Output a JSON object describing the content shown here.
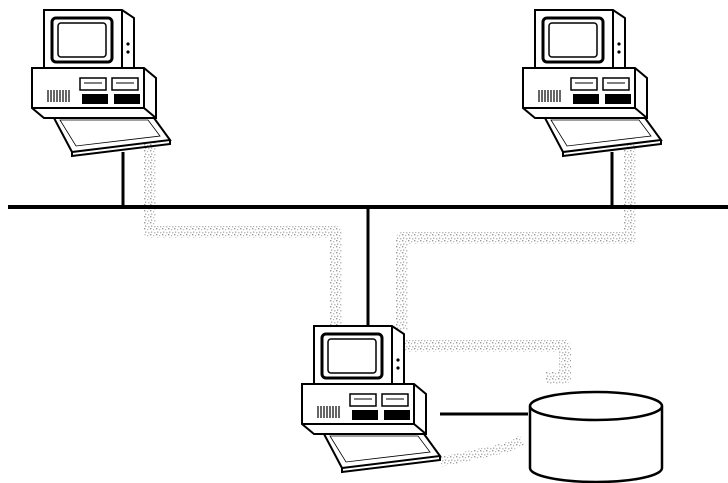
{
  "diagram": {
    "type": "network-diagram",
    "nodes": [
      {
        "name": "workstation-top-left",
        "kind": "computer"
      },
      {
        "name": "workstation-top-right",
        "kind": "computer"
      },
      {
        "name": "workstation-bottom-server",
        "kind": "computer"
      },
      {
        "name": "disk-storage",
        "kind": "disk"
      }
    ],
    "links": [
      {
        "from": "workstation-top-left",
        "to": "network-bus",
        "style": "solid"
      },
      {
        "from": "workstation-top-right",
        "to": "network-bus",
        "style": "solid"
      },
      {
        "from": "workstation-bottom-server",
        "to": "network-bus",
        "style": "solid"
      },
      {
        "from": "workstation-bottom-server",
        "to": "disk-storage",
        "style": "solid"
      },
      {
        "from": "workstation-top-left",
        "to": "workstation-bottom-server",
        "style": "dotted-data-path"
      },
      {
        "from": "workstation-top-right",
        "to": "workstation-bottom-server",
        "style": "dotted-data-path"
      },
      {
        "from": "workstation-bottom-server",
        "to": "disk-storage",
        "style": "dotted-data-path"
      }
    ],
    "colors": {
      "line": "#000000",
      "data_path": "#c8c8c8",
      "background": "#ffffff"
    }
  }
}
